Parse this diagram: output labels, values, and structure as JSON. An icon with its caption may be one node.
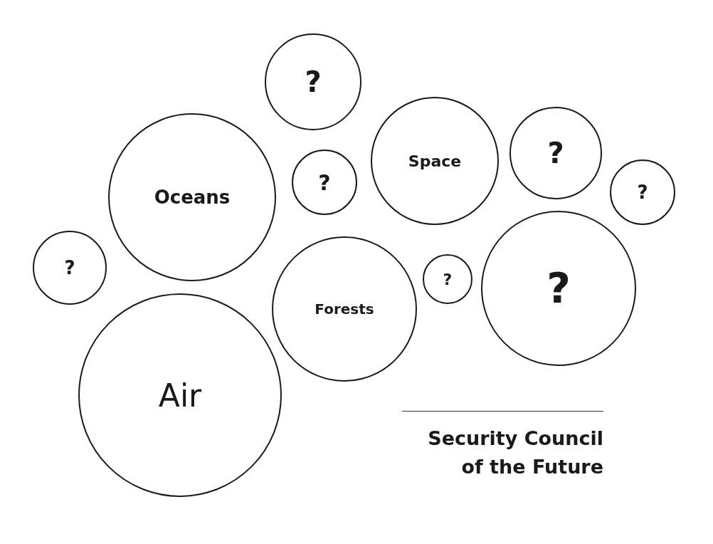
{
  "diagram": {
    "title": "Security Council of the Future",
    "nodes": [
      {
        "text": [
          "?"
        ]
      },
      {
        "text": [
          "Oceans"
        ]
      },
      {
        "text": [
          "?"
        ]
      },
      {
        "text": [
          "Space"
        ]
      },
      {
        "text": [
          "?"
        ]
      },
      {
        "text": [
          "?"
        ]
      },
      {
        "text": [
          "?"
        ]
      },
      {
        "text": [
          "Forests"
        ]
      },
      {
        "text": [
          "?"
        ]
      },
      {
        "text": [
          "?"
        ]
      },
      {
        "text": [
          "Air"
        ]
      }
    ]
  }
}
